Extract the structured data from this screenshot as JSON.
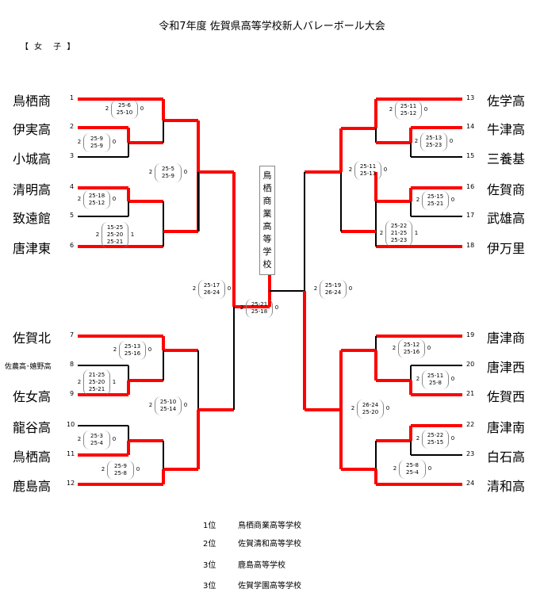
{
  "title": "令和7年度  佐賀県高等学校新人バレーボール大会",
  "division": "【 女　子 】",
  "champion_label": "鳥栖商業高等学校",
  "teams": [
    {
      "seed": "1",
      "name": "鳥栖商"
    },
    {
      "seed": "2",
      "name": "伊実高"
    },
    {
      "seed": "3",
      "name": "小城高"
    },
    {
      "seed": "4",
      "name": "清明高"
    },
    {
      "seed": "5",
      "name": "致遠館"
    },
    {
      "seed": "6",
      "name": "唐津東"
    },
    {
      "seed": "7",
      "name": "佐賀北"
    },
    {
      "seed": "8",
      "name": "佐農高･嬉野高"
    },
    {
      "seed": "9",
      "name": "佐女高"
    },
    {
      "seed": "10",
      "name": "龍谷高"
    },
    {
      "seed": "11",
      "name": "鳥栖高"
    },
    {
      "seed": "12",
      "name": "鹿島高"
    },
    {
      "seed": "13",
      "name": "佐学高"
    },
    {
      "seed": "14",
      "name": "牛津高"
    },
    {
      "seed": "15",
      "name": "三養基"
    },
    {
      "seed": "16",
      "name": "佐賀商"
    },
    {
      "seed": "17",
      "name": "武雄高"
    },
    {
      "seed": "18",
      "name": "伊万里"
    },
    {
      "seed": "19",
      "name": "唐津商"
    },
    {
      "seed": "20",
      "name": "唐津西"
    },
    {
      "seed": "21",
      "name": "佐賀西"
    },
    {
      "seed": "22",
      "name": "唐津南"
    },
    {
      "seed": "23",
      "name": "白石高"
    },
    {
      "seed": "24",
      "name": "清和高"
    }
  ],
  "matches": [
    {
      "id": "m2v3",
      "winner_sets": "2",
      "loser_sets": "0",
      "scores": [
        "25-9",
        "25-9"
      ]
    },
    {
      "id": "m1v2",
      "winner_sets": "2",
      "loser_sets": "0",
      "scores": [
        "25-6",
        "25-10"
      ]
    },
    {
      "id": "m4v5",
      "winner_sets": "2",
      "loser_sets": "0",
      "scores": [
        "25-18",
        "25-12"
      ]
    },
    {
      "id": "m6v4",
      "winner_sets": "2",
      "loser_sets": "1",
      "scores": [
        "15-25",
        "25-20",
        "25-21"
      ]
    },
    {
      "id": "mL1",
      "winner_sets": "2",
      "loser_sets": "0",
      "scores": [
        "25-5",
        "25-9"
      ]
    },
    {
      "id": "m8v9",
      "winner_sets": "2",
      "loser_sets": "1",
      "scores": [
        "21-25",
        "25-20",
        "25-21"
      ]
    },
    {
      "id": "m7v9",
      "winner_sets": "2",
      "loser_sets": "0",
      "scores": [
        "25-13",
        "25-16"
      ]
    },
    {
      "id": "m10v11",
      "winner_sets": "2",
      "loser_sets": "0",
      "scores": [
        "25-3",
        "25-4"
      ]
    },
    {
      "id": "m12v11",
      "winner_sets": "2",
      "loser_sets": "0",
      "scores": [
        "25-9",
        "25-8"
      ]
    },
    {
      "id": "mL2",
      "winner_sets": "2",
      "loser_sets": "0",
      "scores": [
        "25-10",
        "25-14"
      ]
    },
    {
      "id": "mLsemi",
      "winner_sets": "2",
      "loser_sets": "0",
      "scores": [
        "25-17",
        "26-24"
      ]
    },
    {
      "id": "m14v15",
      "winner_sets": "2",
      "loser_sets": "0",
      "scores": [
        "25-13",
        "25-23"
      ]
    },
    {
      "id": "m13v14",
      "winner_sets": "2",
      "loser_sets": "0",
      "scores": [
        "25-11",
        "25-12"
      ]
    },
    {
      "id": "m16v17",
      "winner_sets": "2",
      "loser_sets": "0",
      "scores": [
        "25-15",
        "25-21"
      ]
    },
    {
      "id": "m18v16",
      "winner_sets": "2",
      "loser_sets": "1",
      "scores": [
        "25-22",
        "21-25",
        "25-23"
      ]
    },
    {
      "id": "mR1",
      "winner_sets": "2",
      "loser_sets": "0",
      "scores": [
        "25-11",
        "25-13"
      ]
    },
    {
      "id": "m19v20",
      "winner_sets": "2",
      "loser_sets": "0",
      "scores": [
        "25-12",
        "25-16"
      ]
    },
    {
      "id": "m20v21",
      "winner_sets": "2",
      "loser_sets": "0",
      "scores": [
        "25-11",
        "25-8"
      ]
    },
    {
      "id": "m22v23",
      "winner_sets": "2",
      "loser_sets": "0",
      "scores": [
        "25-22",
        "25-15"
      ]
    },
    {
      "id": "m24v22",
      "winner_sets": "2",
      "loser_sets": "0",
      "scores": [
        "25-8",
        "25-4"
      ]
    },
    {
      "id": "mR2",
      "winner_sets": "2",
      "loser_sets": "0",
      "scores": [
        "26-24",
        "25-20"
      ]
    },
    {
      "id": "mRsemi",
      "winner_sets": "2",
      "loser_sets": "0",
      "scores": [
        "25-19",
        "26-24"
      ]
    },
    {
      "id": "final",
      "winner_sets": "2",
      "loser_sets": "0",
      "scores": [
        "25-21",
        "25-18"
      ]
    }
  ],
  "results": [
    {
      "rank": "1位",
      "school": "鳥栖商業高等学校"
    },
    {
      "rank": "2位",
      "school": "佐賀清和高等学校"
    },
    {
      "rank": "3位",
      "school": "鹿島高等学校"
    },
    {
      "rank": "3位",
      "school": "佐賀学園高等学校"
    }
  ],
  "colors": {
    "winner_line": "#ff0000",
    "loser_line": "#000000"
  }
}
